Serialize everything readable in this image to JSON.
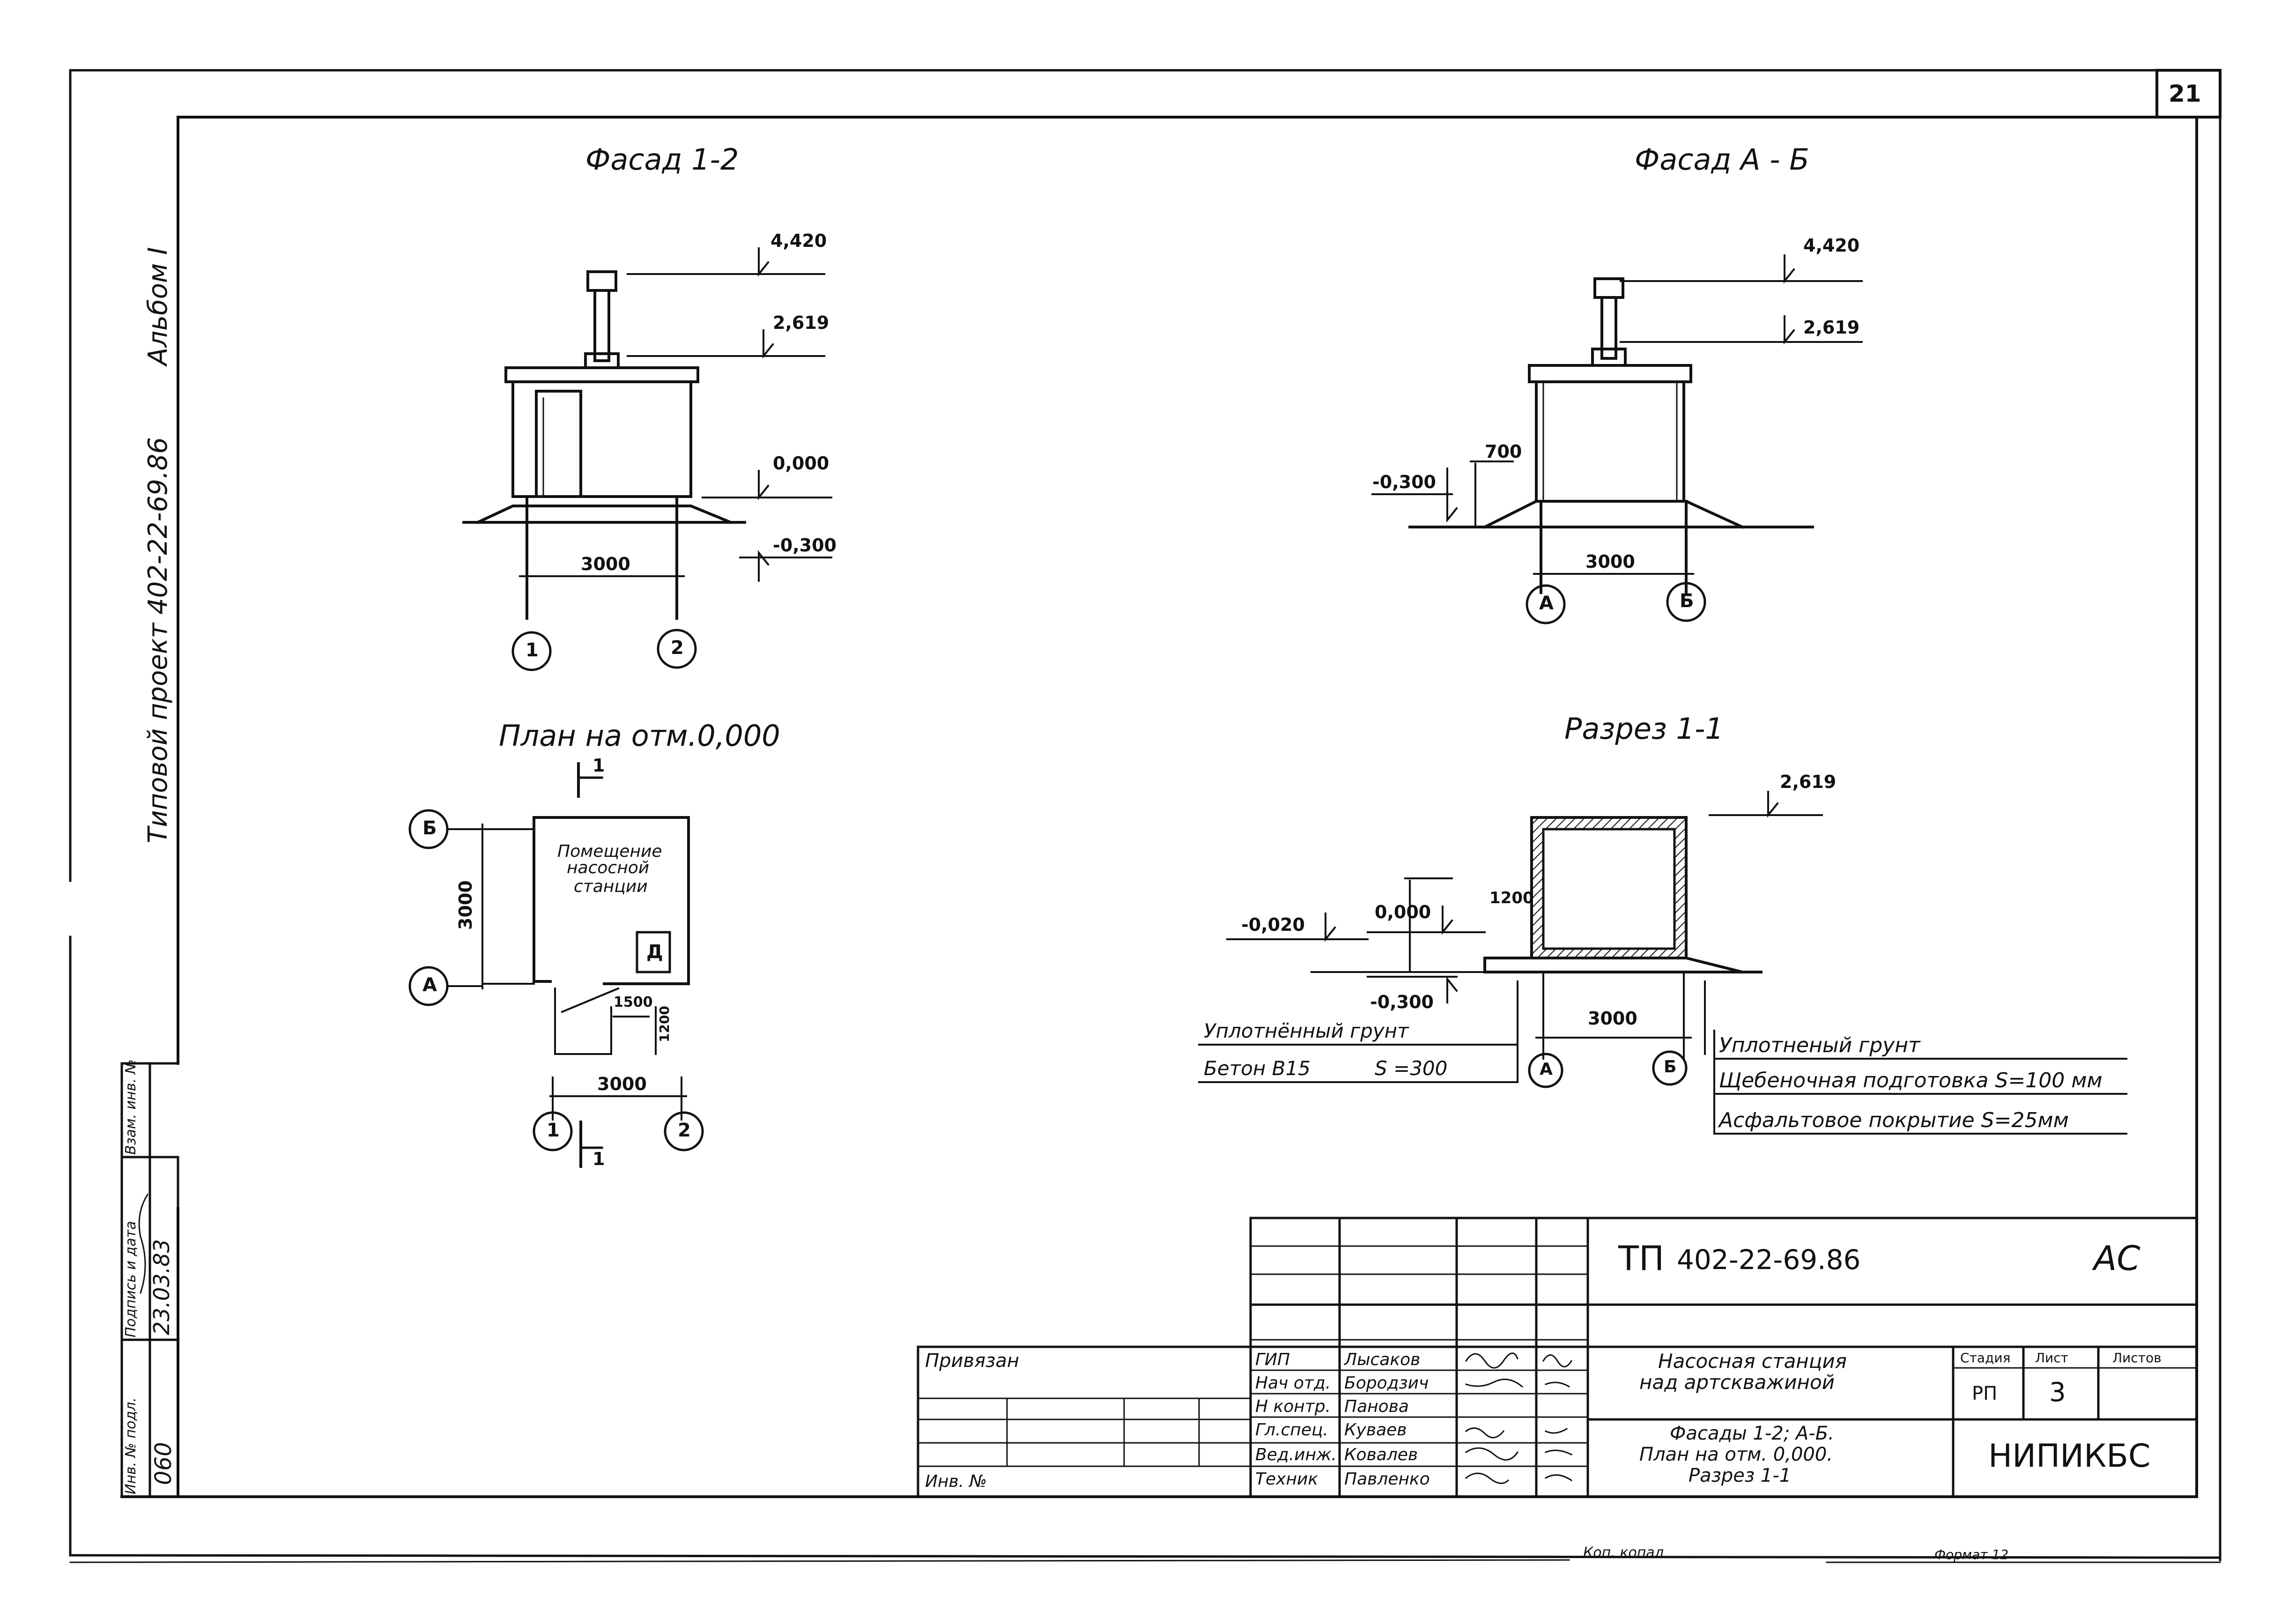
{
  "sheet_number": "21",
  "side_text": {
    "project": "Типовой проект 402-22-69.86",
    "album": "Альбом I"
  },
  "side_stamp": {
    "inv_no_label": "Инв. № подл.",
    "inv_no_value": "060",
    "sign_date_label": "Подпись и дата",
    "sign_date_value": "23.03.83",
    "replace_label": "Взам. инв. №"
  },
  "facade_12": {
    "title": "Фасад 1-2",
    "marks": [
      "4,420",
      "2,619",
      "0,000",
      "-0,300"
    ],
    "dimension": "3000",
    "axes": [
      "1",
      "2"
    ]
  },
  "facade_ab": {
    "title": "Фасад А - Б",
    "marks": [
      "4,420",
      "2,619",
      "-0,300"
    ],
    "dim_small": "700",
    "dimension": "3000",
    "axes": [
      "А",
      "Б"
    ]
  },
  "plan": {
    "title": "План на отм.0,000",
    "room_label": [
      "Помещение",
      "насосной",
      "станции"
    ],
    "equipment": "Д",
    "dim_vertical": "3000",
    "dim_small_1": "1500",
    "dim_small_2": "1200",
    "dimension": "3000",
    "axes_rows": [
      "Б",
      "А"
    ],
    "axes_cols": [
      "1",
      "2"
    ],
    "section_mark": "1"
  },
  "section": {
    "title": "Разрез 1-1",
    "marks": [
      "2,619",
      "0,000",
      "-0,020",
      "-0,300"
    ],
    "dim_small": "1200",
    "dimension": "3000",
    "axes": [
      "А",
      "Б"
    ],
    "left_notes": [
      "Уплотнённый грунт",
      "Бетон В15",
      "S =300"
    ],
    "right_notes": [
      "Уплотненый грунт",
      "Щебеночная подготовка S=100 мм",
      "Асфальтовое покрытие S=25мм"
    ]
  },
  "title_block": {
    "code_prefix": "ТП",
    "code": "402-22-69.86",
    "mark": "АС",
    "tied_label": "Привязан",
    "inv_label": "Инв. №",
    "roles": [
      "ГИП",
      "Нач отд.",
      "Н контр.",
      "Гл.спец.",
      "Вед.инж.",
      "Техник"
    ],
    "names": [
      "Лысаков",
      "Бородзич",
      "Панова",
      "Куваев",
      "Ковалев",
      "Павленко"
    ],
    "object_name": [
      "Насосная станция",
      "над артскважиной"
    ],
    "sheet_name": [
      "Фасады 1-2; А-Б.",
      "План на отм. 0,000.",
      "Разрез 1-1"
    ],
    "headers": [
      "Стадия",
      "Лист",
      "Листов"
    ],
    "stage": "РП",
    "sheet": "3",
    "organization": "НИПИКБС"
  },
  "bottom_notes": {
    "copied": "Коп. копал",
    "format": "Формат 12"
  }
}
